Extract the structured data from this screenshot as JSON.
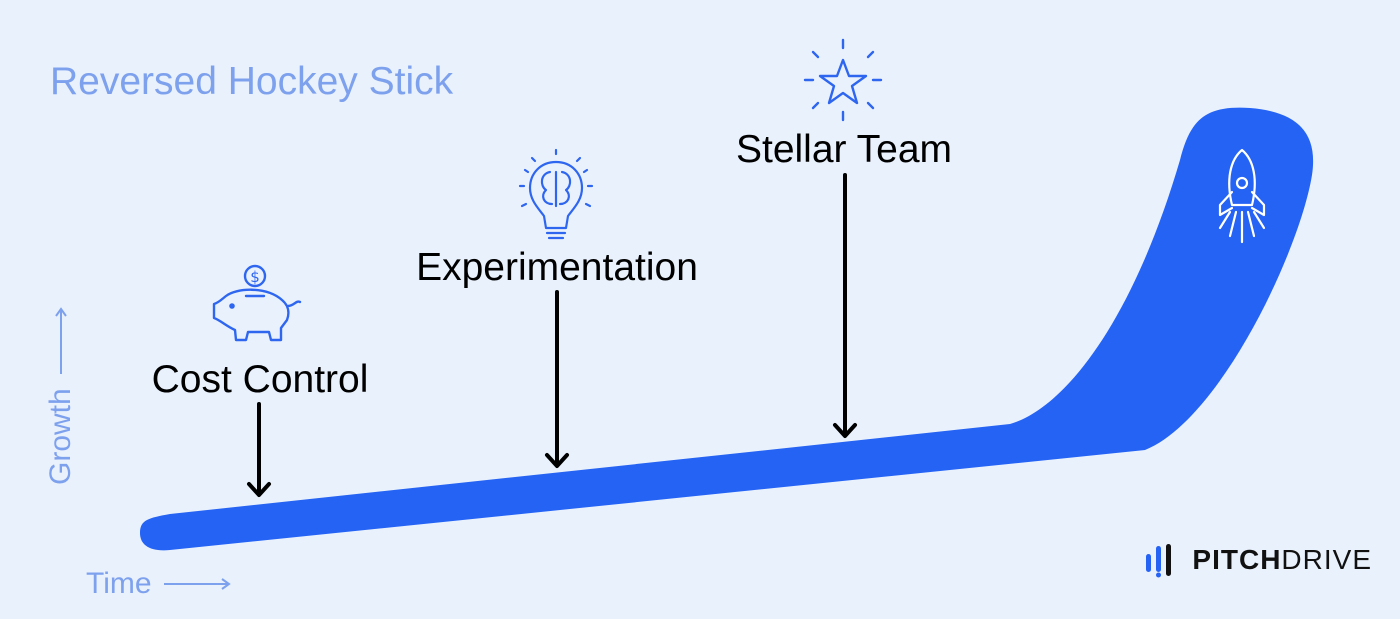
{
  "title": "Reversed Hockey Stick",
  "stages": [
    {
      "label": "Cost Control",
      "icon": "piggy-bank-icon"
    },
    {
      "label": "Experimentation",
      "icon": "lightbulb-brain-icon"
    },
    {
      "label": "Stellar Team",
      "icon": "star-icon"
    }
  ],
  "axes": {
    "y_label": "Growth",
    "x_label": "Time"
  },
  "stick_icon": "rocket-icon",
  "brand": {
    "bold": "PITCH",
    "light": "DRIVE"
  },
  "colors": {
    "background": "#e9f1fc",
    "stick": "#2563f5",
    "accent_text": "#7ea1ee",
    "icon": "#2e66f0",
    "arrow": "#000000"
  }
}
